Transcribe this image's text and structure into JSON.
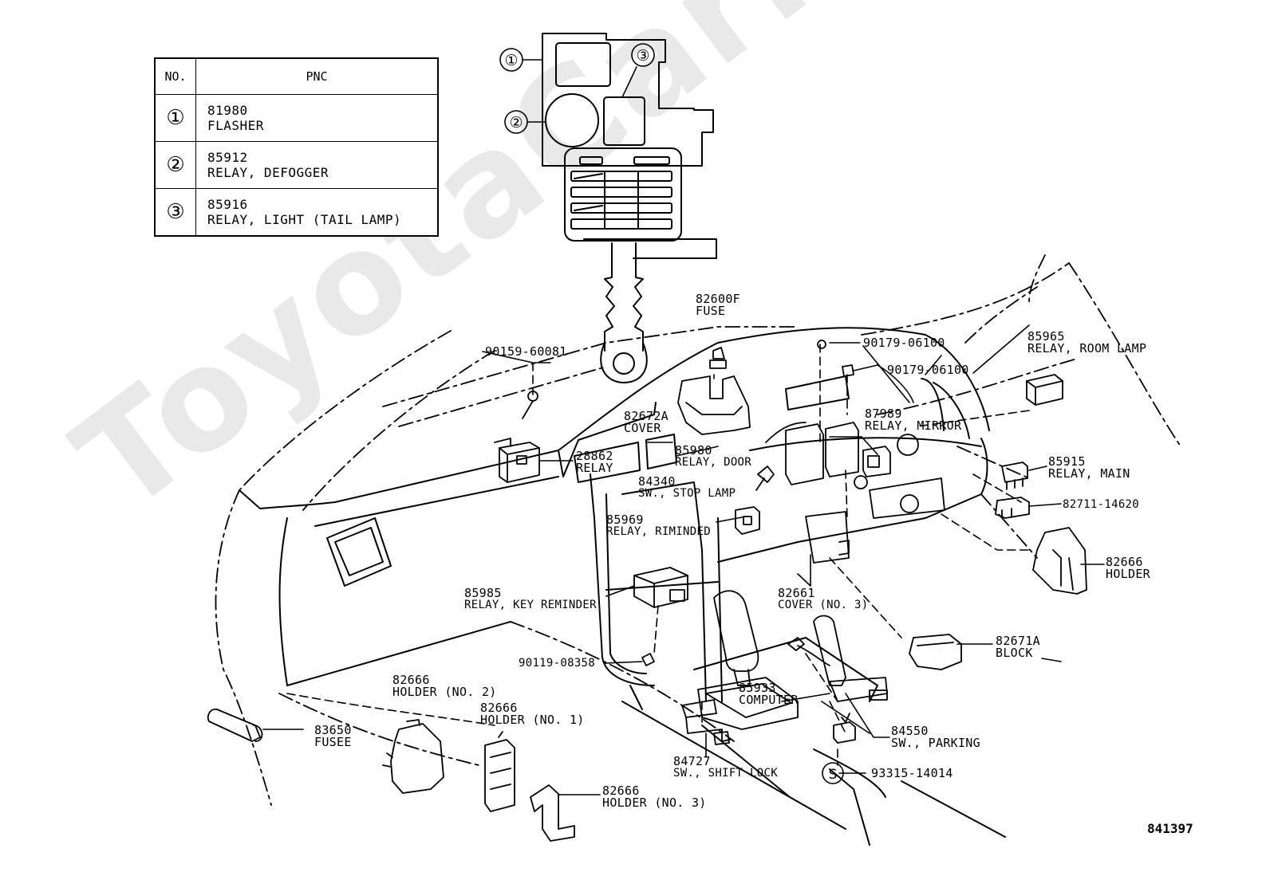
{
  "watermark": "ToyotaCarMine.ru",
  "figure_code": "841397",
  "legend": {
    "headers": {
      "no": "NO.",
      "pnc": "PNC"
    },
    "rows": [
      {
        "no": "①",
        "pnc": "81980",
        "desc": "FLASHER"
      },
      {
        "no": "②",
        "pnc": "85912",
        "desc": "RELAY, DEFOGGER"
      },
      {
        "no": "③",
        "pnc": "85916",
        "desc": "RELAY, LIGHT (TAIL LAMP)"
      }
    ]
  },
  "callouts": {
    "c1": "①",
    "c2": "②",
    "c3": "③",
    "s": "S"
  },
  "parts": {
    "p82600f": {
      "num": "82600F",
      "desc": "FUSE"
    },
    "p90179a": {
      "num": "90179-06100"
    },
    "p90179b": {
      "num": "90179-06100"
    },
    "p90159": {
      "num": "90159-60081"
    },
    "p85965": {
      "num": "85965",
      "desc": "RELAY, ROOM LAMP"
    },
    "p82672a": {
      "num": "82672A",
      "desc": "COVER"
    },
    "p87989": {
      "num": "87989",
      "desc": "RELAY, MIRROR"
    },
    "p85980": {
      "num": "85980",
      "desc": "RELAY, DOOR"
    },
    "p28862": {
      "num": "28862",
      "desc": "RELAY"
    },
    "p84340": {
      "num": "84340",
      "desc": "SW., STOP LAMP"
    },
    "p85915": {
      "num": "85915",
      "desc": "RELAY, MAIN"
    },
    "p82711": {
      "num": "82711-14620"
    },
    "p85969": {
      "num": "85969",
      "desc": "RELAY, RIMINDED"
    },
    "p82666h": {
      "num": "82666",
      "desc": "HOLDER"
    },
    "p82661": {
      "num": "82661",
      "desc": "COVER (NO. 3)"
    },
    "p85985": {
      "num": "85985",
      "desc": "RELAY, KEY REMINDER"
    },
    "p82671a": {
      "num": "82671A",
      "desc": "BLOCK"
    },
    "p90119": {
      "num": "90119-08358"
    },
    "p82666n2": {
      "num": "82666",
      "desc": "HOLDER (NO. 2)"
    },
    "p85933": {
      "num": "85933",
      "desc": "COMPUTER"
    },
    "p82666n1": {
      "num": "82666",
      "desc": "HOLDER (NO. 1)"
    },
    "p84550": {
      "num": "84550",
      "desc": "SW., PARKING"
    },
    "p83650": {
      "num": "83650",
      "desc": "FUSEE"
    },
    "p84727": {
      "num": "84727",
      "desc": "SW., SHIFT LOCK"
    },
    "p93315": {
      "num": "93315-14014"
    },
    "p82666n3": {
      "num": "82666",
      "desc": "HOLDER (NO. 3)"
    }
  }
}
